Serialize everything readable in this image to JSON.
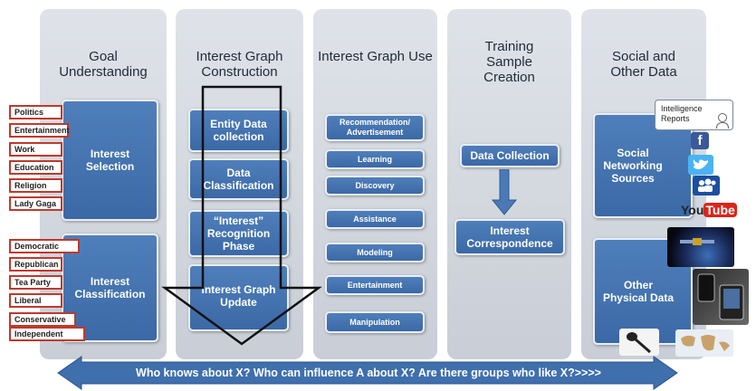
{
  "columns": [
    {
      "title": "Goal Understanding"
    },
    {
      "title": "Interest Graph Construction"
    },
    {
      "title": "Interest Graph Use"
    },
    {
      "title": "Training Sample Creation"
    },
    {
      "title": "Social and Other Data"
    }
  ],
  "goal": {
    "interest_selection": "Interest Selection",
    "interest_classification": "Interest Classification",
    "tags_selection": [
      "Politics",
      "Entertainment",
      "Work",
      "Education",
      "Religion",
      "Lady Gaga"
    ],
    "tags_classification": [
      "Democratic",
      "Republican",
      "Tea Party",
      "Liberal",
      "Conservative",
      "Independent"
    ]
  },
  "construction": {
    "steps": [
      "Entity Data collection",
      "Data Classification",
      "“Interest” Recognition Phase",
      "Interest Graph Update"
    ]
  },
  "use": {
    "items": [
      "Recommendation/ Advertisement",
      "Learning",
      "Discovery",
      "Assistance",
      "Modeling",
      "Entertainment",
      "Manipulation"
    ]
  },
  "training": {
    "data_collection": "Data Collection",
    "interest_correspondence": "Interest Correspondence"
  },
  "social": {
    "callout": "Intelligence Reports",
    "networking": "Social Networking Sources",
    "physical": "Other Physical Data",
    "facebook_glyph": "f",
    "youtube_you": "You",
    "youtube_tube": "Tube"
  },
  "banner": {
    "text": "Who knows about X? Who can influence A about X?  Are there groups who like X?>>>>"
  },
  "colors": {
    "box_blue": "#4a7ab6",
    "tag_border": "#c0392b",
    "banner_blue": "#3f6fad"
  }
}
